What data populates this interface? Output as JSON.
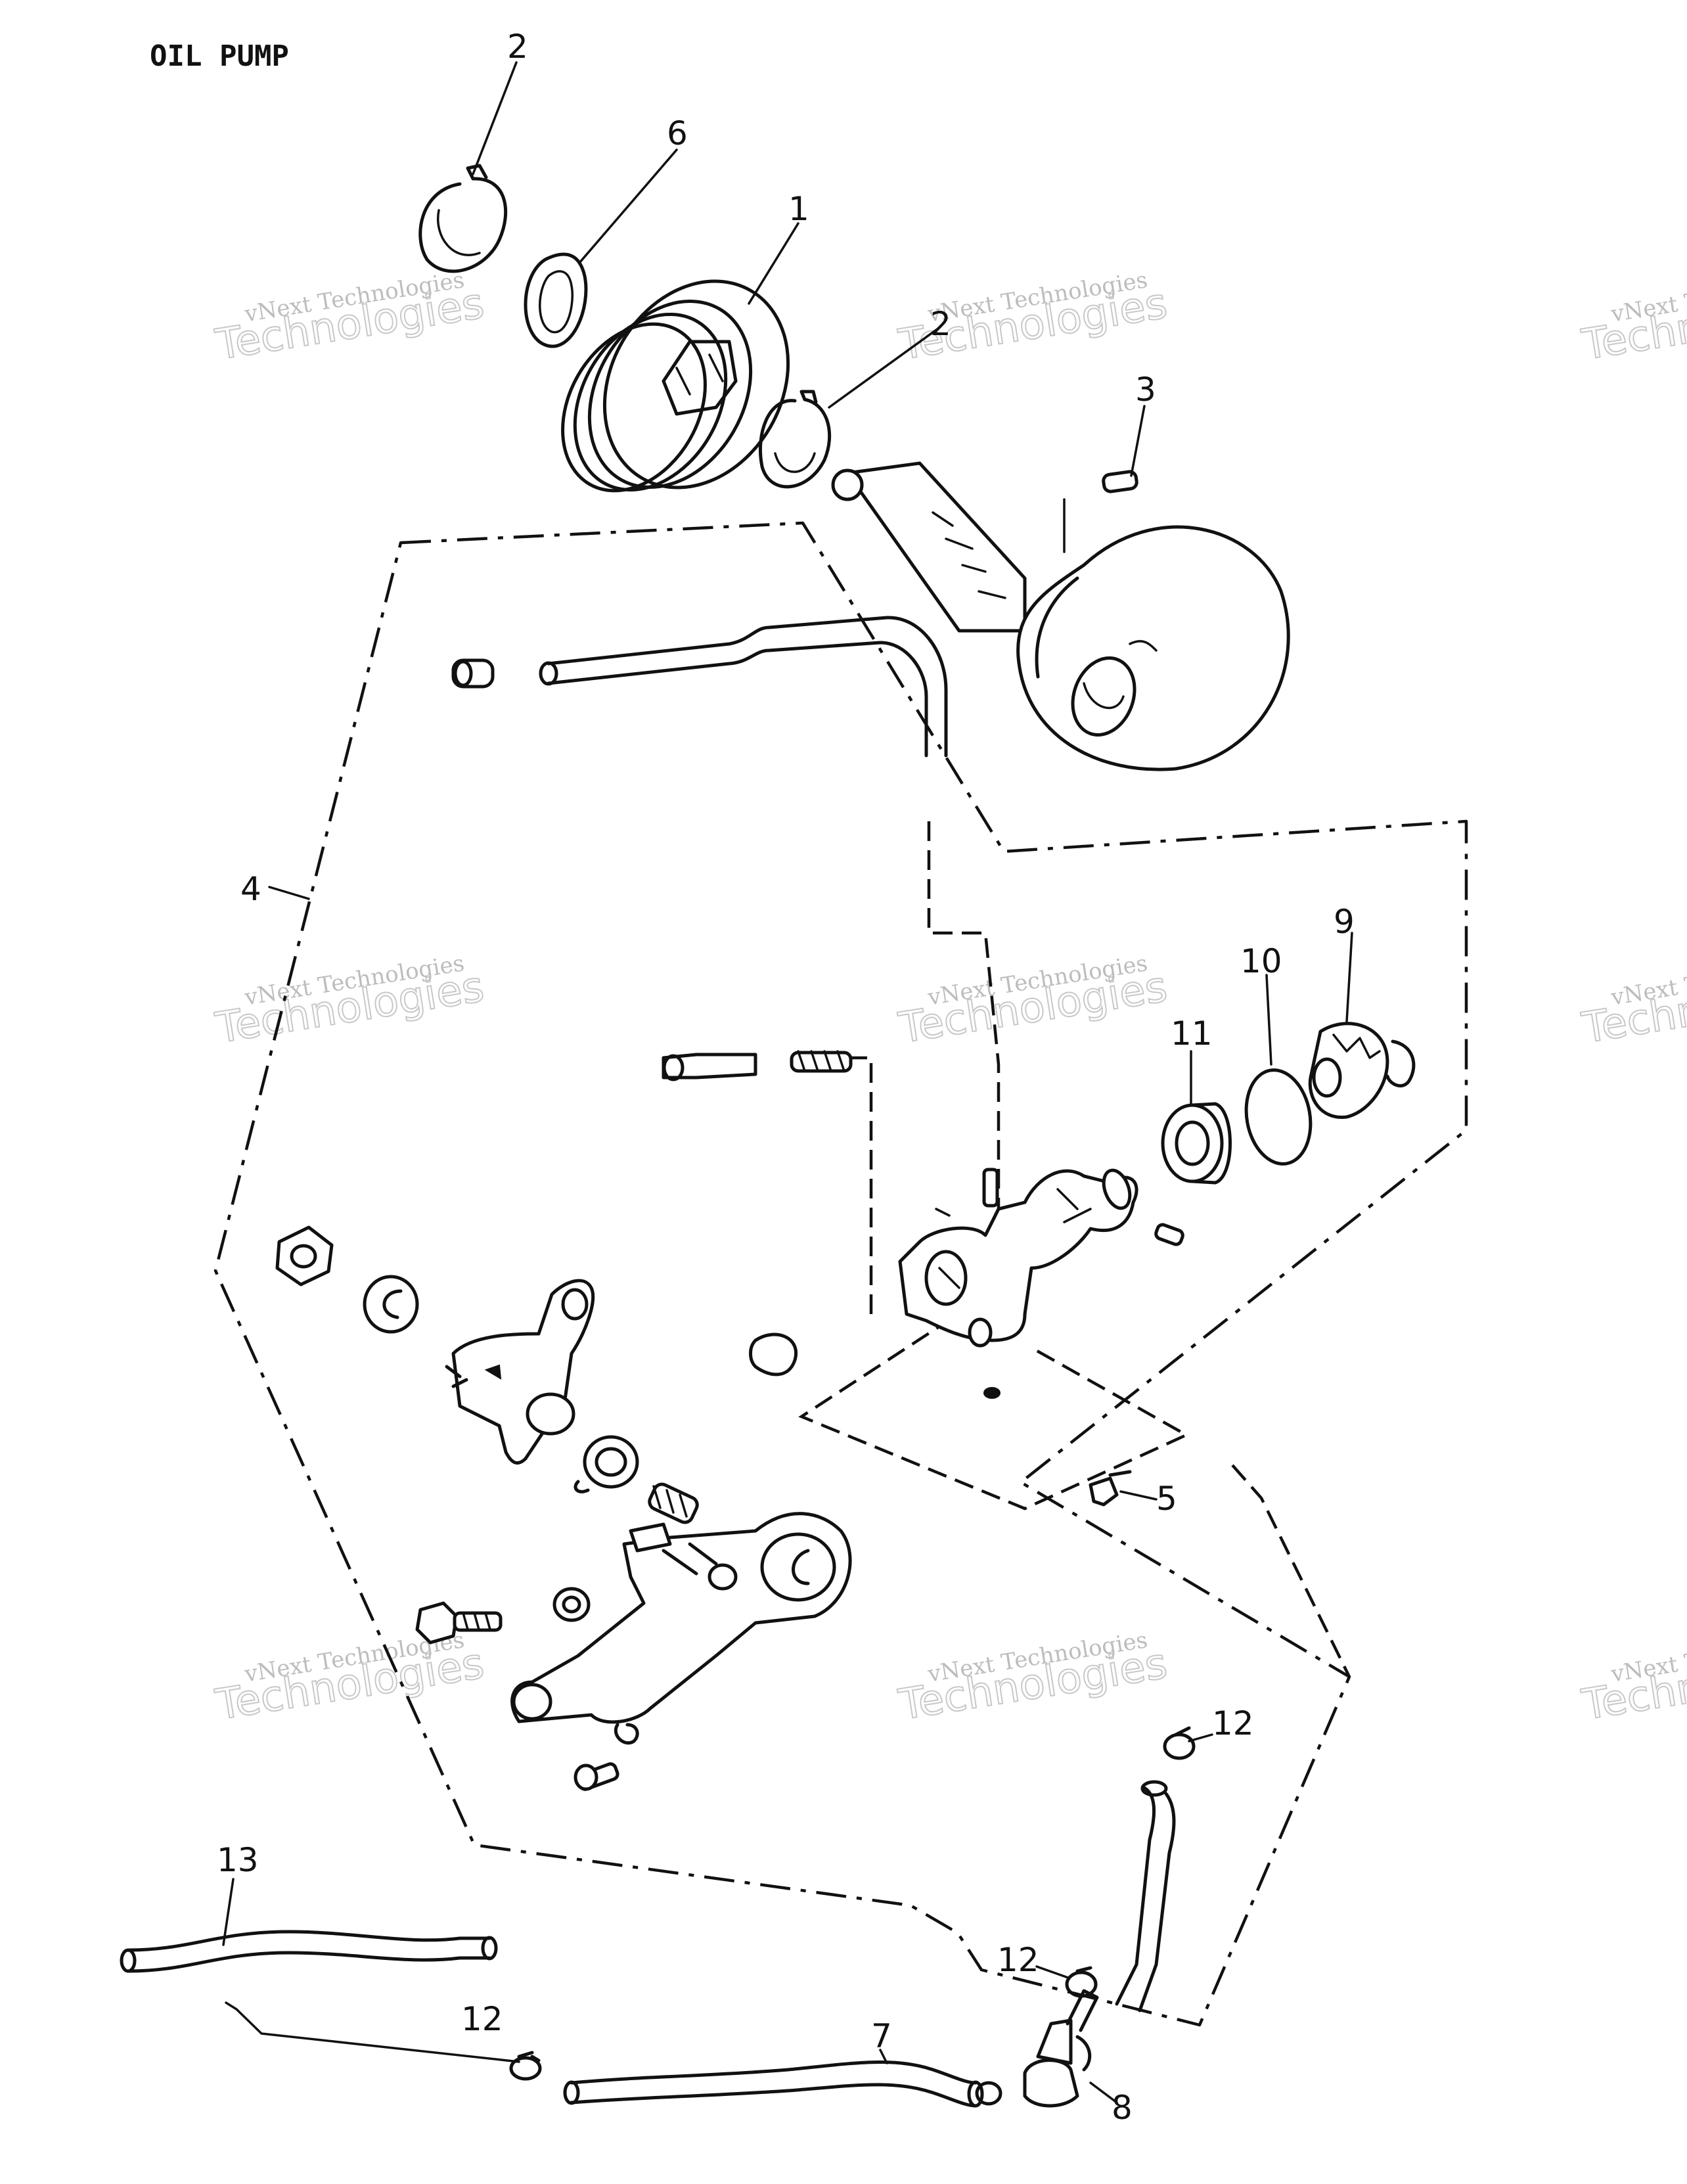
{
  "title": "OIL PUMP",
  "watermark": {
    "line1": "vNext Technologies",
    "line2": "Technologies",
    "line3": "vNext"
  },
  "callouts": {
    "c1": "1",
    "c2a": "2",
    "c2b": "2",
    "c3": "3",
    "c4": "4",
    "c5": "5",
    "c6": "6",
    "c7": "7",
    "c8": "8",
    "c9": "9",
    "c10": "10",
    "c11": "11",
    "c12a": "12",
    "c12b": "12",
    "c12c": "12",
    "c13": "13"
  }
}
